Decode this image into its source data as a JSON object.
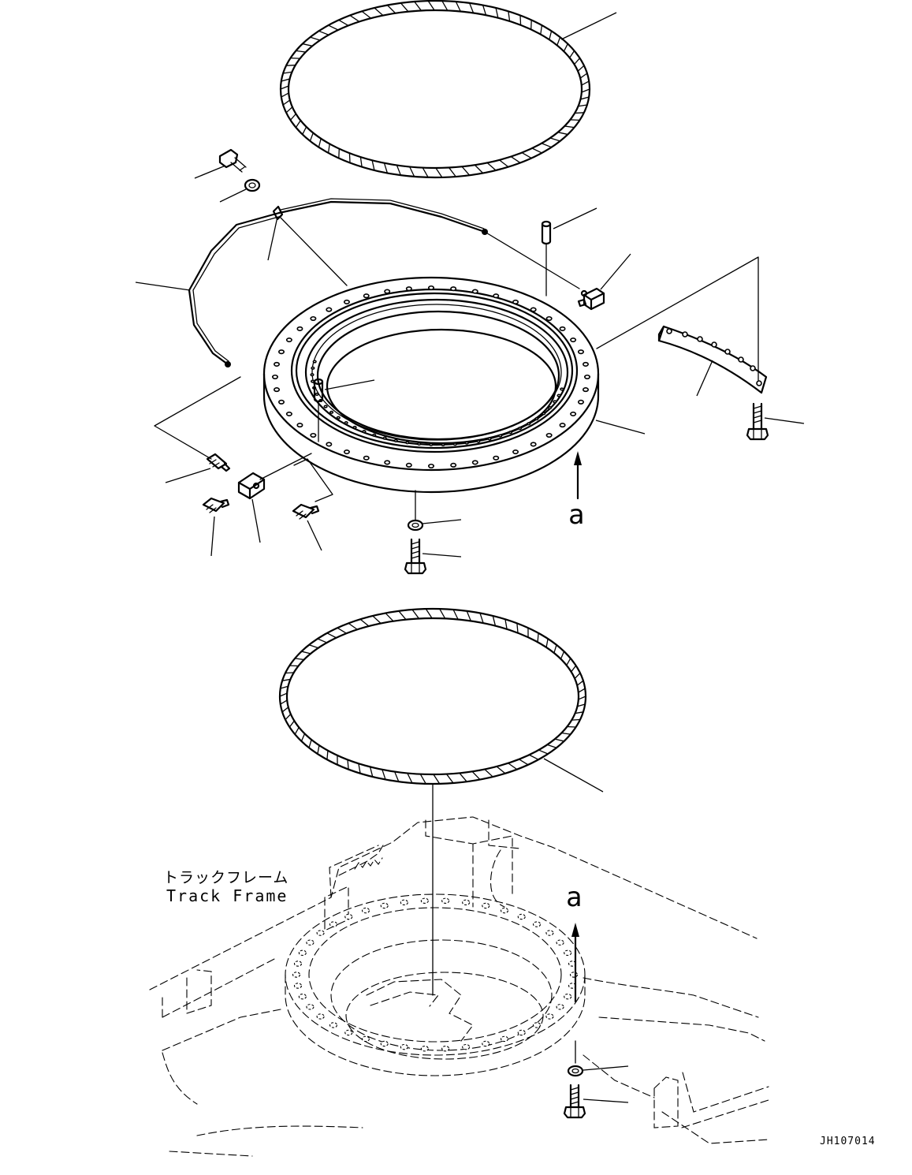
{
  "labels": {
    "track_frame_jp": "トラックフレーム",
    "track_frame_en": "Track Frame",
    "view_arrow_upper": "a",
    "view_arrow_lower": "a",
    "drawing_id": "JH107014"
  }
}
